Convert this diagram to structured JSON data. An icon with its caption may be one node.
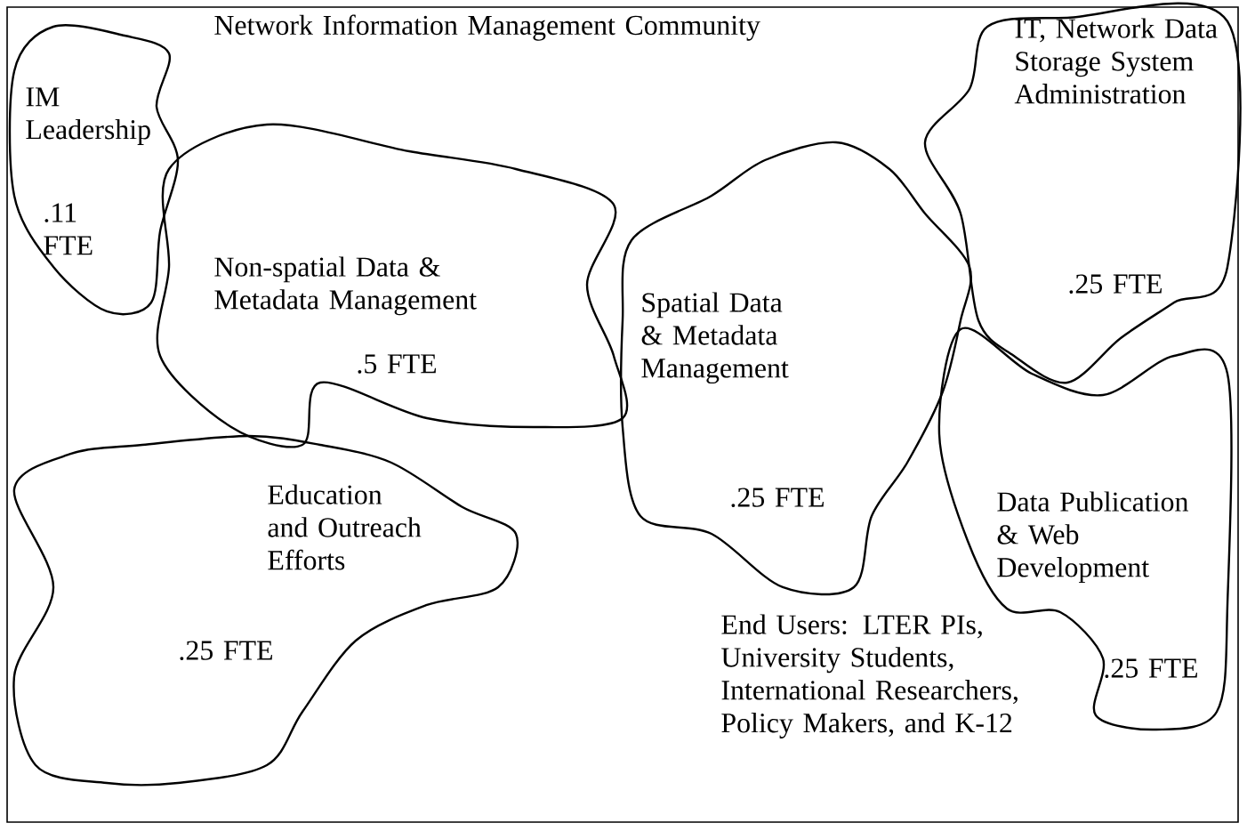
{
  "diagram": {
    "nodes": [
      {
        "text": [
          "Network Information Management Community"
        ]
      },
      {
        "text": [
          "IM Leadership",
          ".11 FTE"
        ],
        "in": 0
      },
      {
        "text": [
          "Non-spatial Data & Metadata Management",
          ".5 FTE"
        ],
        "in": 0
      },
      {
        "text": [
          "IT, Network Data Storage System Administration",
          ".25 FTE"
        ],
        "in": 0
      },
      {
        "text": [
          "Spatial Data & Metadata Management",
          ".25 FTE"
        ],
        "in": 0
      },
      {
        "text": [
          "Education and Outreach Efforts",
          ".25 FTE"
        ],
        "in": 0
      },
      {
        "text": [
          "Data Publication & Web Development",
          ".25 FTE"
        ],
        "in": 0
      }
    ],
    "labels": [
      "End Users: LTER PIs, University Students, International Researchers, Policy Makers, and K-12"
    ]
  }
}
